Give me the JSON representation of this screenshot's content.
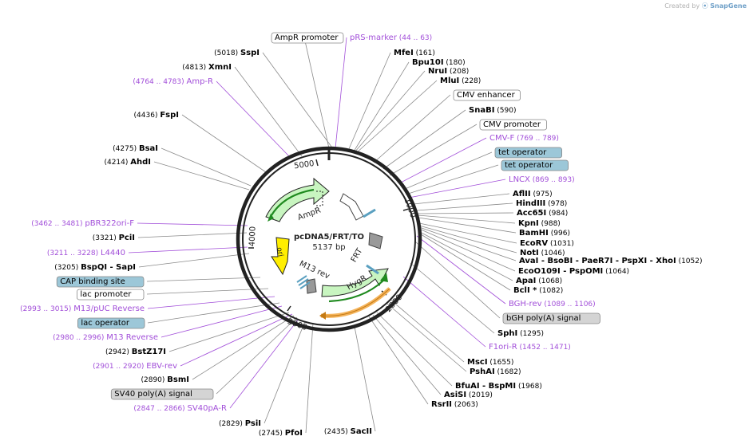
{
  "watermark": {
    "prefix": "Created by",
    "mark": "⦿",
    "brand": "SnapGene"
  },
  "plasmid": {
    "name": "pcDNA5/FRT/TO",
    "size": "5137 bp"
  },
  "ticks": [
    "5000",
    "1000",
    "4000",
    "2000",
    "3000"
  ],
  "features": [
    {
      "name": "AmpR"
    },
    {
      "name": "ori"
    },
    {
      "name": "M13 rev"
    },
    {
      "name": "FRT"
    },
    {
      "name": "HygR"
    }
  ],
  "labels": [
    {
      "pos": "",
      "name": "AmpR promoter",
      "kind": "box-white"
    },
    {
      "pos": "(5018)",
      "name": "SspI",
      "kind": "enzyme"
    },
    {
      "pos": "(4813)",
      "name": "XmnI",
      "kind": "enzyme"
    },
    {
      "pos": "(4764 .. 4783)",
      "name": "Amp-R",
      "kind": "primer"
    },
    {
      "pos": "(4436)",
      "name": "FspI",
      "kind": "enzyme"
    },
    {
      "pos": "(4275)",
      "name": "BsaI",
      "kind": "enzyme"
    },
    {
      "pos": "(4214)",
      "name": "AhdI",
      "kind": "enzyme"
    },
    {
      "pos": "(3462 .. 3481)",
      "name": "pBR322ori-F",
      "kind": "primer"
    },
    {
      "pos": "(3321)",
      "name": "PciI",
      "kind": "enzyme"
    },
    {
      "pos": "(3211 .. 3228)",
      "name": "L4440",
      "kind": "primer"
    },
    {
      "pos": "(3205)",
      "name": "BspQI - SapI",
      "kind": "enzyme"
    },
    {
      "pos": "",
      "name": "CAP binding site",
      "kind": "box-blue"
    },
    {
      "pos": "",
      "name": "lac promoter",
      "kind": "box-white"
    },
    {
      "pos": "(2993 .. 3015)",
      "name": "M13/pUC Reverse",
      "kind": "primer"
    },
    {
      "pos": "",
      "name": "lac operator",
      "kind": "box-blue"
    },
    {
      "pos": "(2980 .. 2996)",
      "name": "M13 Reverse",
      "kind": "primer"
    },
    {
      "pos": "(2942)",
      "name": "BstZ17I",
      "kind": "enzyme"
    },
    {
      "pos": "(2901 .. 2920)",
      "name": "EBV-rev",
      "kind": "primer"
    },
    {
      "pos": "(2890)",
      "name": "BsmI",
      "kind": "enzyme"
    },
    {
      "pos": "",
      "name": "SV40 poly(A) signal",
      "kind": "box-gray"
    },
    {
      "pos": "(2847 .. 2866)",
      "name": "SV40pA-R",
      "kind": "primer"
    },
    {
      "pos": "(2829)",
      "name": "PsiI",
      "kind": "enzyme"
    },
    {
      "pos": "(2745)",
      "name": "PfoI",
      "kind": "enzyme"
    },
    {
      "pos": "(2435)",
      "name": "SacII",
      "kind": "enzyme"
    },
    {
      "pos": "(44 .. 63)",
      "name": "pRS-marker",
      "kind": "primer"
    },
    {
      "pos": "(161)",
      "name": "MfeI",
      "kind": "enzyme"
    },
    {
      "pos": "(180)",
      "name": "Bpu10I",
      "kind": "enzyme"
    },
    {
      "pos": "(208)",
      "name": "NruI",
      "kind": "enzyme"
    },
    {
      "pos": "(228)",
      "name": "MluI",
      "kind": "enzyme"
    },
    {
      "pos": "",
      "name": "CMV enhancer",
      "kind": "box-white"
    },
    {
      "pos": "(590)",
      "name": "SnaBI",
      "kind": "enzyme"
    },
    {
      "pos": "",
      "name": "CMV promoter",
      "kind": "box-white"
    },
    {
      "pos": "(769 .. 789)",
      "name": "CMV-F",
      "kind": "primer"
    },
    {
      "pos": "",
      "name": "tet operator",
      "kind": "box-blue"
    },
    {
      "pos": "",
      "name": "tet operator",
      "kind": "box-blue"
    },
    {
      "pos": "(869 .. 893)",
      "name": "LNCX",
      "kind": "primer"
    },
    {
      "pos": "(975)",
      "name": "AflII",
      "kind": "enzyme"
    },
    {
      "pos": "(978)",
      "name": "HindIII",
      "kind": "enzyme"
    },
    {
      "pos": "(984)",
      "name": "Acc65I",
      "kind": "enzyme"
    },
    {
      "pos": "(988)",
      "name": "KpnI",
      "kind": "enzyme"
    },
    {
      "pos": "(996)",
      "name": "BamHI",
      "kind": "enzyme"
    },
    {
      "pos": "(1031)",
      "name": "EcoRV",
      "kind": "enzyme"
    },
    {
      "pos": "(1046)",
      "name": "NotI",
      "kind": "enzyme"
    },
    {
      "pos": "(1052)",
      "name": "AvaI - BsoBI - PaeR7I - PspXI - XhoI",
      "kind": "enzyme"
    },
    {
      "pos": "(1064)",
      "name": "EcoO109I - PspOMI",
      "kind": "enzyme"
    },
    {
      "pos": "(1068)",
      "name": "ApaI",
      "kind": "enzyme"
    },
    {
      "pos": "(1082)",
      "name": "BclI *",
      "kind": "enzyme"
    },
    {
      "pos": "(1089 .. 1106)",
      "name": "BGH-rev",
      "kind": "primer"
    },
    {
      "pos": "",
      "name": "bGH poly(A) signal",
      "kind": "box-gray"
    },
    {
      "pos": "(1295)",
      "name": "SphI",
      "kind": "enzyme"
    },
    {
      "pos": "(1452 .. 1471)",
      "name": "F1ori-R",
      "kind": "primer"
    },
    {
      "pos": "(1655)",
      "name": "MscI",
      "kind": "enzyme"
    },
    {
      "pos": "(1682)",
      "name": "PshAI",
      "kind": "enzyme"
    },
    {
      "pos": "(1968)",
      "name": "BfuAI - BspMI",
      "kind": "enzyme"
    },
    {
      "pos": "(2019)",
      "name": "AsiSI",
      "kind": "enzyme"
    },
    {
      "pos": "(2063)",
      "name": "RsrII",
      "kind": "enzyme"
    }
  ],
  "colors": {
    "primer": "#a24fd9",
    "enzyme": "#000000",
    "line": "#8a8a8a",
    "amp": "#c8f5c0",
    "ori": "#ffee00",
    "orange": "#f4b35a",
    "blue_box": "#9cc7d8",
    "gray_box": "#d4d4d4"
  }
}
